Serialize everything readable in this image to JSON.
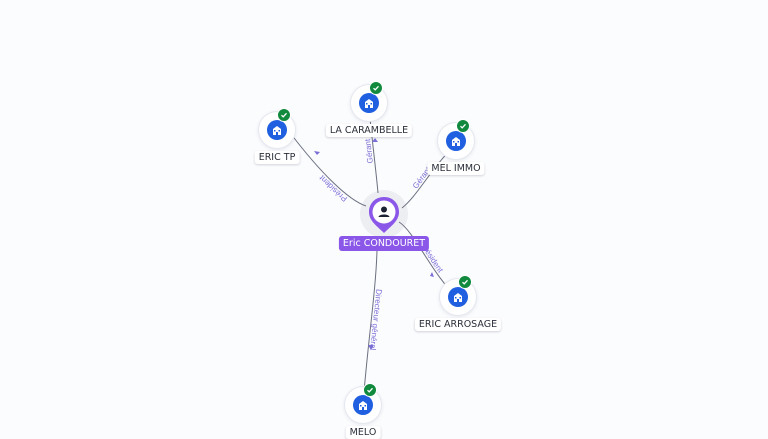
{
  "center": {
    "name": "Eric CONDOURET",
    "icon": "person-icon",
    "color": "#8a57e8"
  },
  "companies": [
    {
      "key": "eric-tp",
      "name": "ERIC TP",
      "relation": "Président",
      "icon": "building-icon",
      "verified": true
    },
    {
      "key": "la-carambelle",
      "name": "LA CARAMBELLE",
      "relation": "Gérant",
      "icon": "building-icon",
      "verified": true
    },
    {
      "key": "mel-immo",
      "name": "MEL IMMO",
      "relation": "Gérant",
      "icon": "building-icon",
      "verified": true
    },
    {
      "key": "eric-arrosage",
      "name": "ERIC ARROSAGE",
      "relation": "Président",
      "icon": "building-icon",
      "verified": true
    },
    {
      "key": "melo",
      "name": "MELO",
      "relation": "Directeur général",
      "icon": "building-icon",
      "verified": true
    }
  ],
  "colors": {
    "company_icon": "#1f5fe0",
    "verified_badge": "#128a3e",
    "edge_line": "#6b7080",
    "edge_label": "#7b6fd6"
  }
}
